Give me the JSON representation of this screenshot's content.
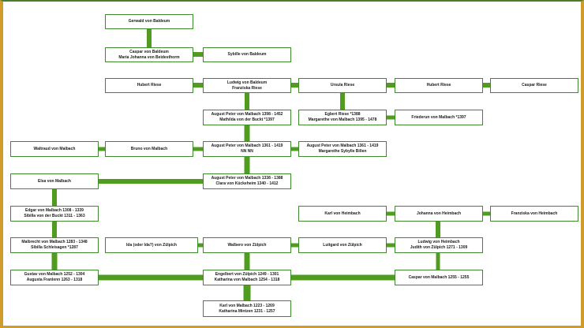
{
  "colors": {
    "line": "#4f9c1e",
    "border": "#3f8a2c",
    "frame": "#cf9b2a",
    "frame_top": "#4a7d2b"
  },
  "nodes": {
    "n01": [
      "Gerwald von Baldeum"
    ],
    "n02": [
      "Caspar von Baldeum",
      "Maria Johanna von Beidesthorm"
    ],
    "n03": [
      "Sybille von Baldeum"
    ],
    "n04": [
      "Hubert Riese"
    ],
    "n05": [
      "Ludwig von Baldeum",
      "Franziska Riese"
    ],
    "n06": [
      "Ursula Riese"
    ],
    "n07": [
      "Hubert Riese"
    ],
    "n08": [
      "Caspar Riese"
    ],
    "n09": [
      "August Peter von Malbach 1398 - 1452",
      "Mathilda von der Buckt *1397"
    ],
    "n10": [
      "Egbert Riese *1388",
      "Margarethe von Malbach 1395 - 1478"
    ],
    "n11": [
      "Friederun von Malbach *1397"
    ],
    "n12": [
      "Waltraud von Malbach"
    ],
    "n13": [
      "Bruno von Malbach"
    ],
    "n14": [
      "August Peter von Malbach 1361 - 1419",
      "NN NN"
    ],
    "n15": [
      "August Peter von Malbach 1361 - 1419",
      "Margarethe Sybylle Billen"
    ],
    "n16": [
      "Elsa von Malbach"
    ],
    "n17": [
      "August Peter von Malbach 1338 - 1388",
      "Clara von Kückeheim 1340 - 1412"
    ],
    "n18": [
      "Edgar von Malbach 1308 - 1339",
      "Sibilla von der Buckt 1311 - 1363"
    ],
    "n19": [
      "Karl von Heimbach"
    ],
    "n20": [
      "Johanna von Heimbach"
    ],
    "n21": [
      "Franziska von Heimbach"
    ],
    "n22": [
      "Malbrecht von Malbach 1283 - 1348",
      "Sibilla Schleisagen *1287"
    ],
    "n23": [
      "Ida (oder Ida?) von Zülpich"
    ],
    "n24": [
      "Walbero von Zülpich"
    ],
    "n25": [
      "Luitgard von Zülpich"
    ],
    "n26": [
      "Ludwig von Heimbach",
      "Judith von Zülpich 1271 - 1309"
    ],
    "n27": [
      "Gustav von Malbach 1252 - 1304",
      "Augusta Franlenn 1263 - 1318"
    ],
    "n28": [
      "Engelbert von Zülpich 1249 - 1301",
      "Katharina von Malbach 1254 - 1318"
    ],
    "n29": [
      "Caspar von Malbach 1255 - 1255"
    ],
    "n30": [
      "Karl von Malbach 1223 - 1269",
      "Katharina Mintzen 1231 - 1257"
    ]
  }
}
